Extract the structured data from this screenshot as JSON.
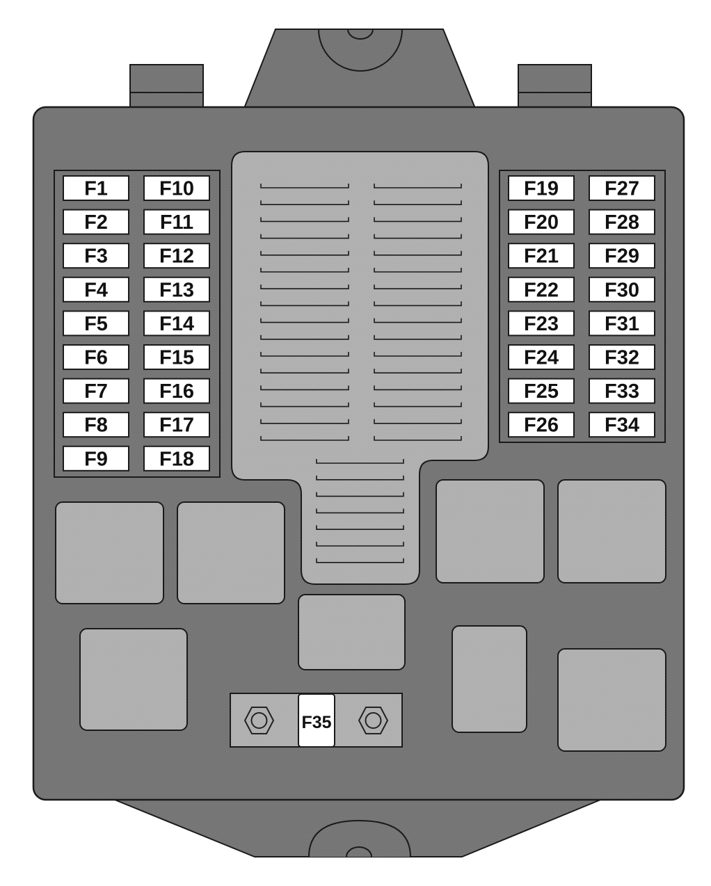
{
  "colors": {
    "housing": "#7a7a7a",
    "panel": "#b4b4b4",
    "outline": "#1a1a1a",
    "fuse_fill": "#ffffff"
  },
  "fuses": {
    "left": {
      "col1": [
        "F1",
        "F2",
        "F3",
        "F4",
        "F5",
        "F6",
        "F7",
        "F8",
        "F9"
      ],
      "col2": [
        "F10",
        "F11",
        "F12",
        "F13",
        "F14",
        "F15",
        "F16",
        "F17",
        "F18"
      ]
    },
    "right": {
      "col1": [
        "F19",
        "F20",
        "F21",
        "F22",
        "F23",
        "F24",
        "F25",
        "F26"
      ],
      "col2": [
        "F27",
        "F28",
        "F29",
        "F30",
        "F31",
        "F32",
        "F33",
        "F34"
      ]
    },
    "main": "F35"
  }
}
